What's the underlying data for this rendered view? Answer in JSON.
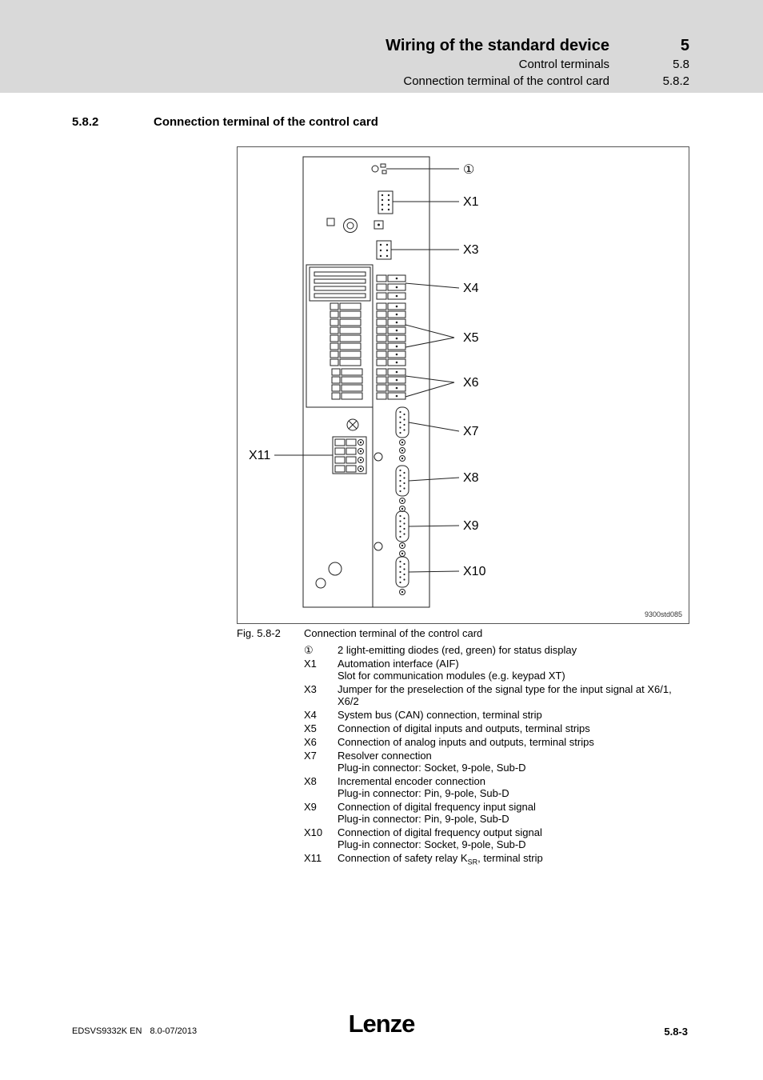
{
  "header": {
    "title": "Wiring of the standard device",
    "chapter": "5",
    "line2": "Control terminals",
    "line2_num": "5.8",
    "line3": "Connection terminal of the control card",
    "line3_num": "5.8.2"
  },
  "section": {
    "number": "5.8.2",
    "title": "Connection terminal of the control card"
  },
  "figure": {
    "labels": {
      "led": "①",
      "x1": "X1",
      "x3": "X3",
      "x4": "X4",
      "x5": "X5",
      "x6": "X6",
      "x7": "X7",
      "x8": "X8",
      "x9": "X9",
      "x10": "X10",
      "x11": "X11"
    },
    "watermark": "9300std085",
    "caption_prefix": "Fig. 5.8-2",
    "caption": "Connection terminal of the control card"
  },
  "legend": [
    {
      "key": "①",
      "line1": "2 light-emitting diodes (red, green) for status display"
    },
    {
      "key": "X1",
      "line1": "Automation interface (AIF)",
      "line2": "Slot for communication modules (e.g. keypad XT)"
    },
    {
      "key": "X3",
      "line1": "Jumper for the preselection of the signal type for the input signal at X6/1,",
      "line2": "X6/2"
    },
    {
      "key": "X4",
      "line1": "System bus (CAN) connection, terminal strip"
    },
    {
      "key": "X5",
      "line1": "Connection of digital inputs and outputs, terminal strips"
    },
    {
      "key": "X6",
      "line1": "Connection of analog inputs and outputs, terminal strips"
    },
    {
      "key": "X7",
      "line1": "Resolver connection",
      "line2": "Plug-in connector: Socket, 9-pole, Sub-D"
    },
    {
      "key": "X8",
      "line1": "Incremental encoder connection",
      "line2": "Plug-in connector: Pin, 9-pole, Sub-D"
    },
    {
      "key": "X9",
      "line1": "Connection of digital frequency input signal",
      "line2": "Plug-in connector: Pin, 9-pole, Sub-D"
    },
    {
      "key": "X10",
      "line1": "Connection of digital frequency output signal",
      "line2": "Plug-in connector: Socket, 9-pole, Sub-D"
    },
    {
      "key": "X11",
      "pre": "Connection of safety relay K",
      "sub": "SR",
      "post": ", terminal strip"
    }
  ],
  "footer": {
    "doc_id": "EDSVS9332K EN",
    "doc_version": "8.0-07/2013",
    "logo": "Lenze",
    "page_num": "5.8-3"
  }
}
